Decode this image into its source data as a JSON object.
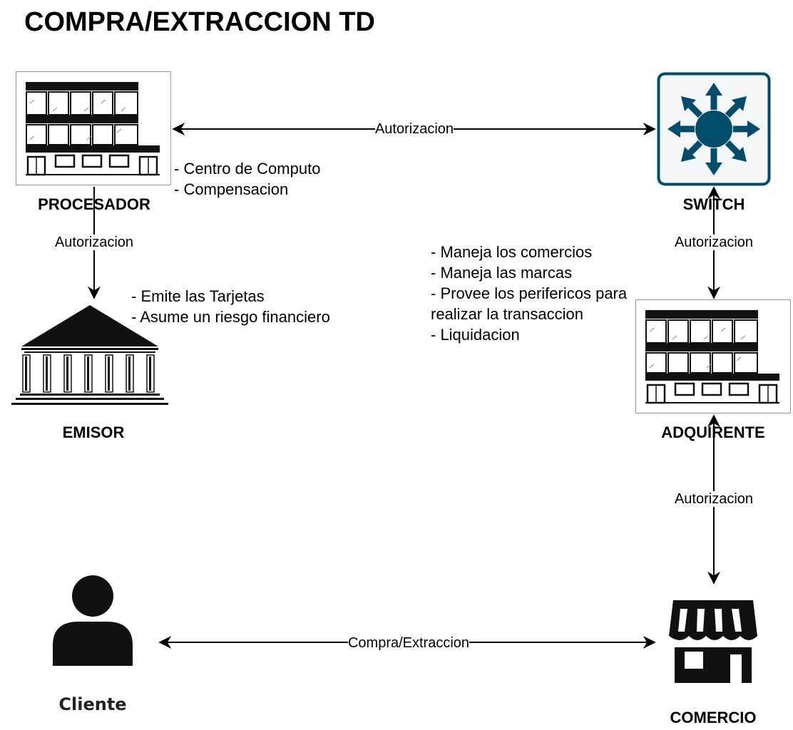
{
  "title": "COMPRA/EXTRACCION TD",
  "colors": {
    "switch": "#004d6b",
    "switch_bg": "#f4f6f8",
    "stroke": "#000000"
  },
  "nodes": {
    "procesador": {
      "label": "PROCESADOR",
      "icon": "building-icon"
    },
    "switch": {
      "label": "SWITCH",
      "icon": "network-switch-icon"
    },
    "emisor": {
      "label": "EMISOR",
      "icon": "bank-icon"
    },
    "adquirente": {
      "label": "ADQUIRENTE",
      "icon": "building-icon"
    },
    "cliente": {
      "label": "Cliente",
      "icon": "person-icon"
    },
    "comercio": {
      "label": "COMERCIO",
      "icon": "store-icon"
    }
  },
  "edges": {
    "procesador_switch": "Autorizacion",
    "procesador_emisor": "Autorizacion",
    "switch_adquirente": "Autorizacion",
    "adquirente_comercio": "Autorizacion",
    "cliente_comercio": "Compra/Extraccion"
  },
  "notes": {
    "procesador": [
      "- Centro de Computo",
      "- Compensacion"
    ],
    "emisor": [
      "- Emite las Tarjetas",
      "- Asume un riesgo financiero"
    ],
    "adquirente": [
      "- Maneja los comercios",
      "- Maneja las marcas",
      "- Provee los perifericos para",
      "realizar la transaccion",
      "- Liquidacion"
    ]
  }
}
